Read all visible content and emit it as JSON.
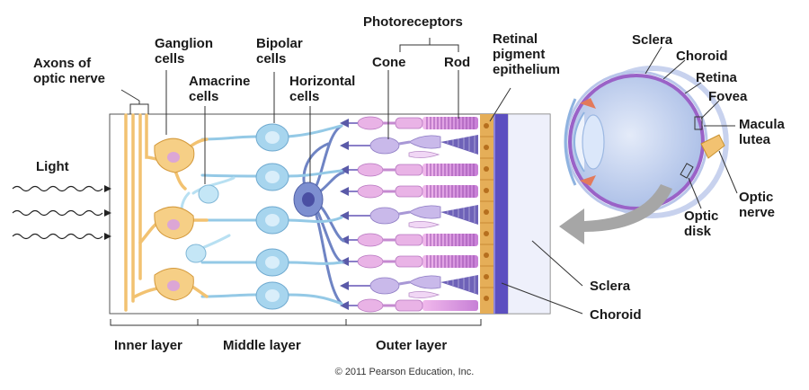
{
  "labels": {
    "axons": "Axons of optic nerve",
    "axons_l1": "Axons of",
    "axons_l2": "optic nerve",
    "ganglion_l1": "Ganglion",
    "ganglion_l2": "cells",
    "amacrine_l1": "Amacrine",
    "amacrine_l2": "cells",
    "bipolar_l1": "Bipolar",
    "bipolar_l2": "cells",
    "horizontal_l1": "Horizontal",
    "horizontal_l2": "cells",
    "photoreceptors": "Photoreceptors",
    "cone": "Cone",
    "rod": "Rod",
    "rpe_l1": "Retinal",
    "rpe_l2": "pigment",
    "rpe_l3": "epithelium",
    "light": "Light",
    "inner_layer": "Inner layer",
    "middle_layer": "Middle layer",
    "outer_layer": "Outer layer",
    "sclera_block": "Sclera",
    "choroid_block": "Choroid",
    "eye_sclera": "Sclera",
    "eye_choroid": "Choroid",
    "eye_retina": "Retina",
    "eye_fovea": "Fovea",
    "macula_l1": "Macula",
    "macula_l2": "lutea",
    "optic_nerve_l1": "Optic",
    "optic_nerve_l2": "nerve",
    "optic_disk_l1": "Optic",
    "optic_disk_l2": "disk"
  },
  "copyright": "© 2011 Pearson Education, Inc.",
  "colors": {
    "ganglion": "#f6c97a",
    "ganglion_nucleus": "#d9a3d1",
    "amacrine": "#bfe4f5",
    "bipolar": "#a9d8ee",
    "bipolar_nucleus": "#8cc3df",
    "horizontal": "#7b8ec8",
    "cone": "#e2a7de",
    "rod_outer": "#d794e0",
    "rpe": "#e1a54c",
    "choroid": "#6a5acd",
    "sclera": "#eef0fb",
    "arrow": "#a0a0a0"
  },
  "icons": {
    "light": "wavy-arrow-icon"
  }
}
